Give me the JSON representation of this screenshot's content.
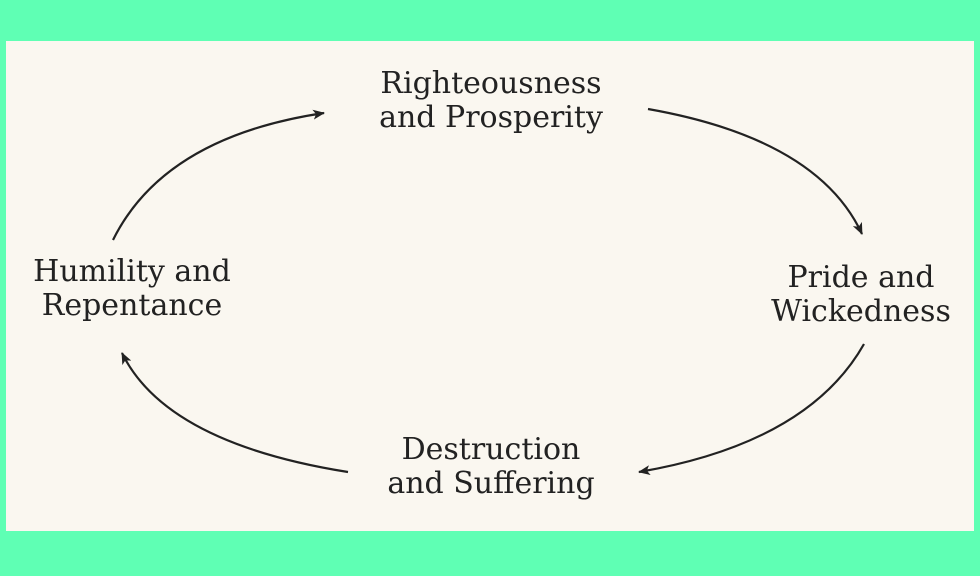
{
  "diagram": {
    "type": "cycle",
    "nodes": [
      {
        "id": "top",
        "lines": [
          "Righteousness",
          "and Prosperity"
        ]
      },
      {
        "id": "right",
        "lines": [
          "Pride and",
          "Wickedness"
        ]
      },
      {
        "id": "bottom",
        "lines": [
          "Destruction",
          "and Suffering"
        ]
      },
      {
        "id": "left",
        "lines": [
          "Humility and",
          "Repentance"
        ]
      }
    ],
    "edges": [
      {
        "from": "top",
        "to": "right"
      },
      {
        "from": "right",
        "to": "bottom"
      },
      {
        "from": "bottom",
        "to": "left"
      },
      {
        "from": "left",
        "to": "top"
      }
    ],
    "colors": {
      "background": "#5fffb4",
      "panel": "#faf7f0",
      "text": "#222222",
      "arrow": "#222222"
    }
  }
}
